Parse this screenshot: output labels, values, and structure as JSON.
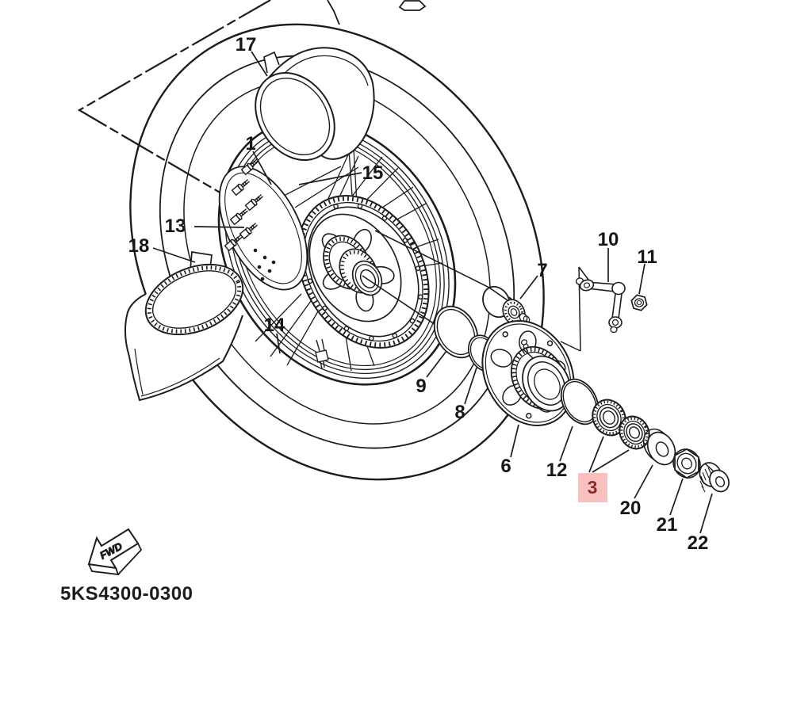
{
  "canvas": {
    "background": "#ffffff",
    "line_color": "#1c1c1c"
  },
  "diagram": {
    "part_code": "5KS4300-0300",
    "fwd_label": "FWD",
    "highlight": {
      "fill": "#f9c0c0",
      "text_color": "#8b2c2c"
    },
    "callouts": [
      {
        "id": "17"
      },
      {
        "id": "1"
      },
      {
        "id": "15"
      },
      {
        "id": "13"
      },
      {
        "id": "18"
      },
      {
        "id": "14"
      },
      {
        "id": "10"
      },
      {
        "id": "11"
      },
      {
        "id": "7"
      },
      {
        "id": "9"
      },
      {
        "id": "8"
      },
      {
        "id": "6"
      },
      {
        "id": "12"
      },
      {
        "id": "3",
        "highlighted": true
      },
      {
        "id": "20"
      },
      {
        "id": "21"
      },
      {
        "id": "22"
      }
    ]
  }
}
